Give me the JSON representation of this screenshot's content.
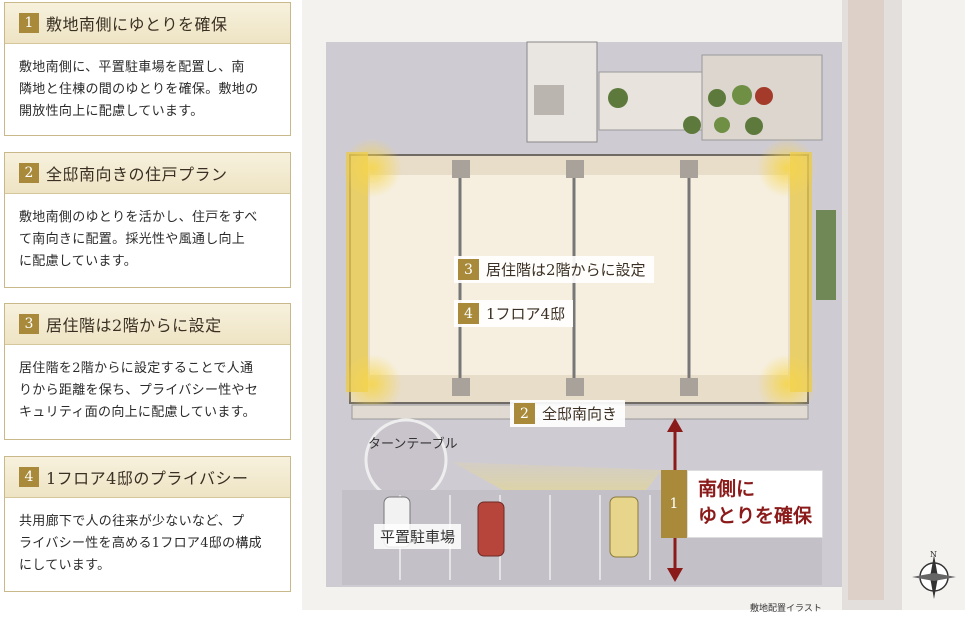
{
  "cards": [
    {
      "num": "1",
      "title": "敷地南側にゆとりを確保",
      "body": [
        "敷地南側に、平置駐車場を配置し、南",
        "隣地と住棟の間のゆとりを確保。敷地の",
        "開放性向上に配慮しています。"
      ]
    },
    {
      "num": "2",
      "title": "全邸南向きの住戸プラン",
      "body": [
        "敷地南側のゆとりを活かし、住戸をすべ",
        "て南向きに配置。採光性や風通し向上",
        "に配慮しています。"
      ]
    },
    {
      "num": "3",
      "title": "居住階は2階からに設定",
      "body": [
        "居住階を2階からに設定することで人通",
        "りから距離を保ち、プライバシー性やセ",
        "キュリティ面の向上に配慮しています。"
      ]
    },
    {
      "num": "4",
      "title": "1フロア4邸のプライバシー",
      "body": [
        "共用廊下で人の往来が少ないなど、プ",
        "ライバシー性を高める1フロア4邸の構成",
        "にしています。"
      ]
    }
  ],
  "plan": {
    "tag3": {
      "num": "3",
      "text": "居住階は2階からに設定"
    },
    "tag4": {
      "num": "4",
      "text": "1フロア4邸"
    },
    "tag2": {
      "num": "2",
      "text": "全邸南向き"
    },
    "turntable": "ターンテーブル",
    "parking": "平置駐車場",
    "callout": {
      "num": "1",
      "line1": "南側に",
      "line2": "ゆとりを確保"
    },
    "compass_label": "N",
    "caption": "敷地配置イラスト"
  },
  "colors": {
    "accent": "#a88a3a",
    "callout_text": "#8b1a1a",
    "arrow": "#8b1a1a"
  }
}
